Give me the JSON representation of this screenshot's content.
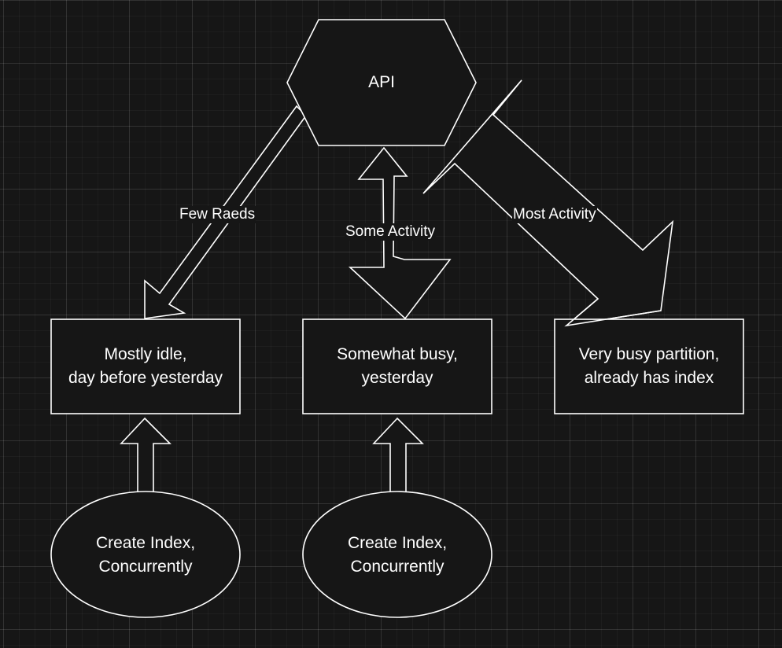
{
  "nodes": {
    "api": {
      "label": "API"
    },
    "idle": {
      "lines": [
        "Mostly idle,",
        "day before yesterday"
      ]
    },
    "busy": {
      "lines": [
        "Somewhat busy,",
        "yesterday"
      ]
    },
    "very_busy": {
      "lines": [
        "Very busy partition,",
        "already has index"
      ]
    },
    "create_index_1": {
      "lines": [
        "Create Index,",
        "Concurrently"
      ]
    },
    "create_index_2": {
      "lines": [
        "Create Index,",
        "Concurrently"
      ]
    }
  },
  "edges": {
    "few_reads": {
      "label": "Few Raeds"
    },
    "some_activity": {
      "label": "Some Activity"
    },
    "most_activity": {
      "label": "Most Activity"
    }
  },
  "colors": {
    "background": "#161616",
    "stroke": "#ffffff",
    "text": "#ffffff"
  }
}
